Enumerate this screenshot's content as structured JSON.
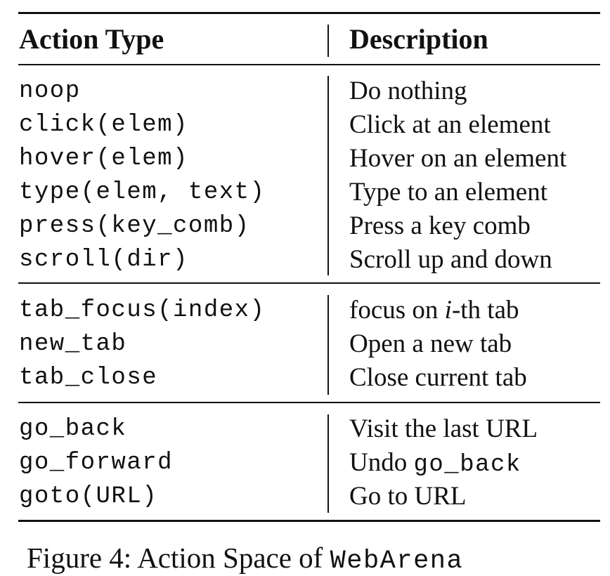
{
  "table": {
    "headers": {
      "action": "Action Type",
      "description": "Description"
    },
    "groups": [
      {
        "rows": [
          {
            "action": "noop",
            "description": "Do nothing"
          },
          {
            "action": "click(elem)",
            "description": "Click at an element"
          },
          {
            "action": "hover(elem)",
            "description": "Hover on an element"
          },
          {
            "action": "type(elem, text)",
            "description": "Type to an element"
          },
          {
            "action": "press(key_comb)",
            "description": "Press a key comb"
          },
          {
            "action": "scroll(dir)",
            "description": "Scroll up and down"
          }
        ]
      },
      {
        "rows": [
          {
            "action": "tab_focus(index)",
            "description_parts": [
              "focus on ",
              "i",
              "-th tab"
            ]
          },
          {
            "action": "new_tab",
            "description": "Open a new tab"
          },
          {
            "action": "tab_close",
            "description": "Close current tab"
          }
        ]
      },
      {
        "rows": [
          {
            "action": "go_back",
            "description": "Visit the last URL"
          },
          {
            "action": "go_forward",
            "description_parts": [
              "Undo ",
              "go_back"
            ]
          },
          {
            "action": "goto(URL)",
            "description": "Go to URL"
          }
        ]
      }
    ]
  },
  "caption": {
    "prefix": "Figure 4: Action Space of ",
    "code": "WebArena"
  }
}
